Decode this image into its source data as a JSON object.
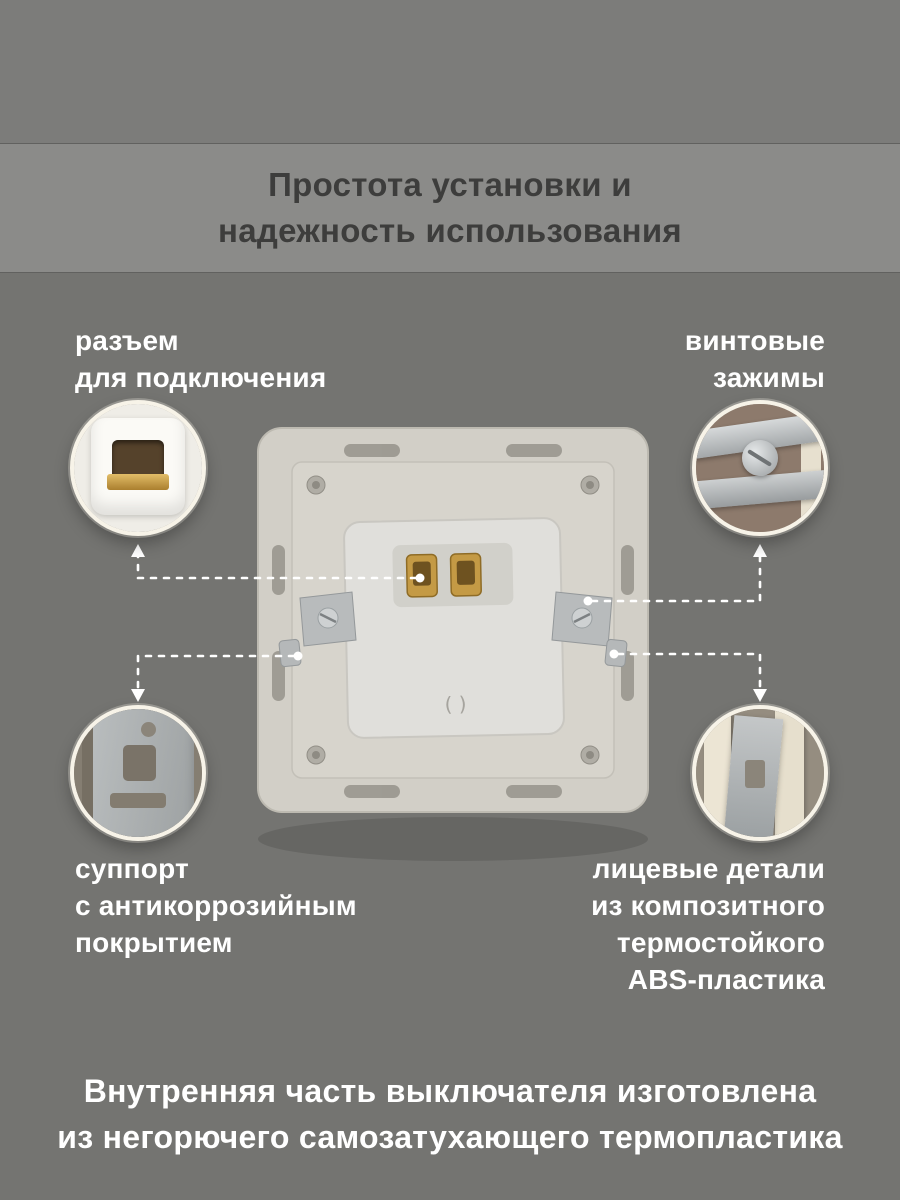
{
  "title": {
    "line1": "Простота установки и",
    "line2": "надежность использования"
  },
  "callouts": {
    "connector": {
      "lines": [
        "разъем",
        "для подключения"
      ]
    },
    "screw_clamps": {
      "lines": [
        "винтовые",
        "зажимы"
      ]
    },
    "support": {
      "lines": [
        "суппорт",
        "с антикоррозийным",
        "покрытием"
      ]
    },
    "abs_parts": {
      "lines": [
        "лицевые детали",
        "из композитного",
        "термостойкого",
        "ABS-пластика"
      ]
    }
  },
  "product": {
    "marking": "( )"
  },
  "footer": {
    "line1": "Внутренняя часть выключателя изготовлена",
    "line2": "из негорючего самозатухающего термопластика"
  },
  "colors": {
    "bg_top": "#7c7c7a",
    "bg_title_band": "#8b8b89",
    "bg_main": "#747471",
    "title_text": "#3d3d3c",
    "label_text": "#ffffff",
    "circle_ring": "#f7f3e8",
    "leader_line": "#ffffff",
    "brass_terminal": "#c49a45",
    "switch_plastic": "#d2cfc7"
  }
}
